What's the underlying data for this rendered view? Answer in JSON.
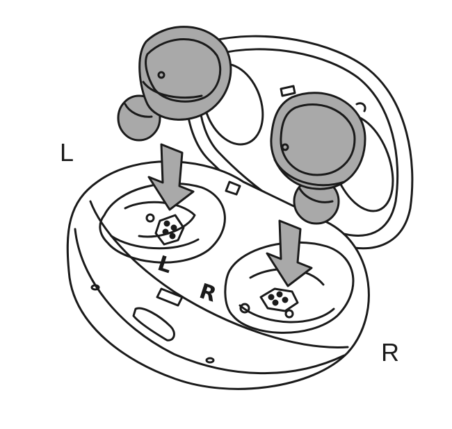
{
  "labels": {
    "left_side": "L",
    "right_side": "R",
    "slot_left": "L",
    "slot_right": "R"
  },
  "colors": {
    "outline": "#1a1a1a",
    "earbud_fill": "#a9a9a9",
    "arrow_fill": "#a9a9a9",
    "background": "#ffffff"
  },
  "icons": {
    "arrow": "down-arrow-icon"
  }
}
